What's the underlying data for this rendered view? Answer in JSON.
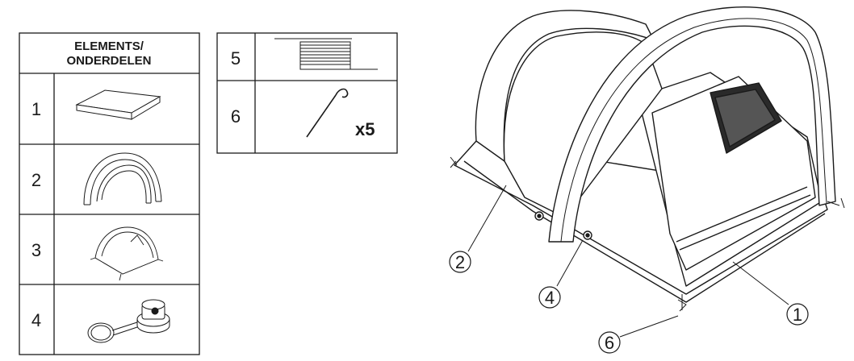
{
  "parts_table": {
    "header_line1": "ELEMENTS/",
    "header_line2": "ONDERDELEN",
    "rows": [
      {
        "number": "1",
        "icon": "mattress-icon"
      },
      {
        "number": "2",
        "icon": "inflatable-frame-icon"
      },
      {
        "number": "3",
        "icon": "tent-icon"
      },
      {
        "number": "4",
        "icon": "valve-icon"
      }
    ]
  },
  "accessories_table": {
    "rows": [
      {
        "number": "5",
        "icon": "guy-ropes-icon",
        "quantity": ""
      },
      {
        "number": "6",
        "icon": "tent-peg-icon",
        "quantity": "x5"
      }
    ]
  },
  "callouts": [
    {
      "label": "1",
      "part": "mattress / base"
    },
    {
      "label": "2",
      "part": "inflatable frame"
    },
    {
      "label": "4",
      "part": "valve"
    },
    {
      "label": "6",
      "part": "tent peg"
    }
  ]
}
